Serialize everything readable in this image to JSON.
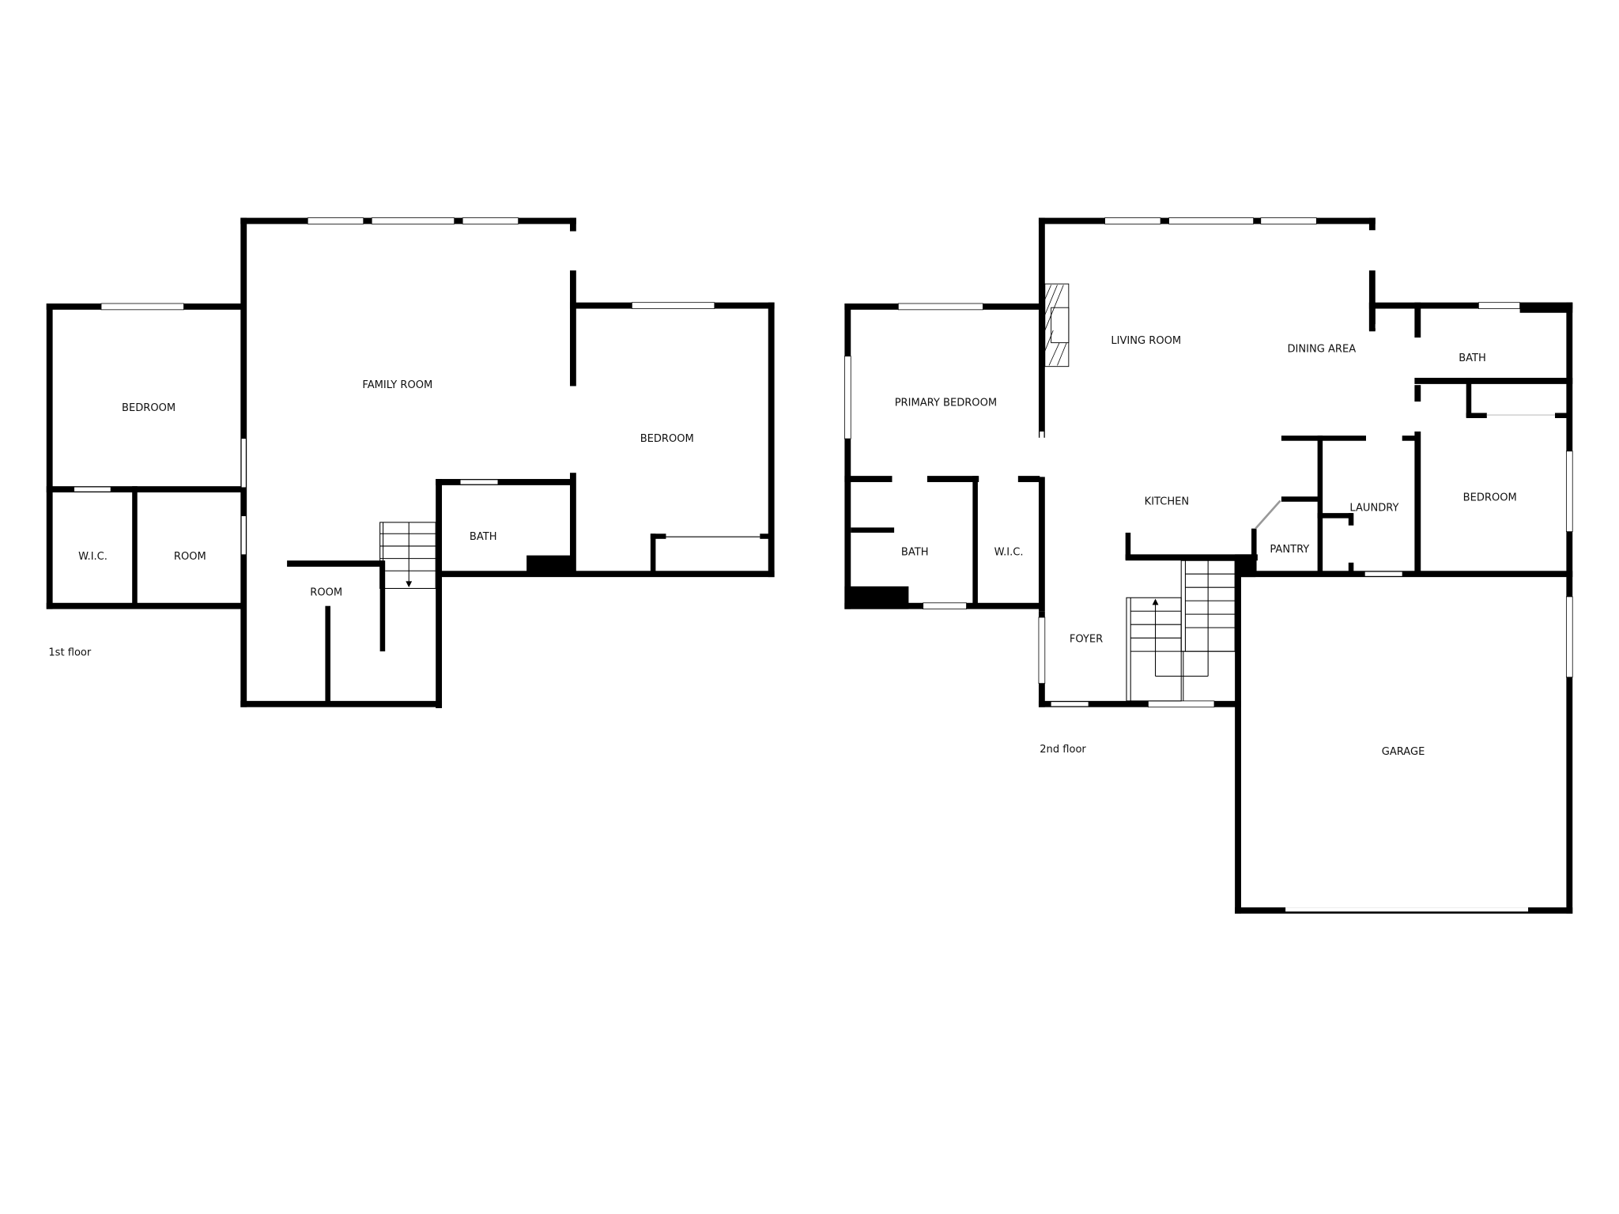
{
  "floorplan": {
    "floors": [
      {
        "label": "1st floor",
        "rooms": [
          {
            "name": "BEDROOM"
          },
          {
            "name": "FAMILY ROOM"
          },
          {
            "name": "BEDROOM"
          },
          {
            "name": "W.I.C."
          },
          {
            "name": "ROOM"
          },
          {
            "name": "ROOM"
          },
          {
            "name": "BATH"
          }
        ]
      },
      {
        "label": "2nd floor",
        "rooms": [
          {
            "name": "PRIMARY BEDROOM"
          },
          {
            "name": "LIVING ROOM"
          },
          {
            "name": "DINING AREA"
          },
          {
            "name": "BATH"
          },
          {
            "name": "KITCHEN"
          },
          {
            "name": "LAUNDRY"
          },
          {
            "name": "BEDROOM"
          },
          {
            "name": "BATH"
          },
          {
            "name": "W.I.C."
          },
          {
            "name": "PANTRY"
          },
          {
            "name": "FOYER"
          },
          {
            "name": "GARAGE"
          }
        ]
      }
    ],
    "colors": {
      "wall": "#000000",
      "background": "#ffffff",
      "label": "#111111"
    }
  }
}
